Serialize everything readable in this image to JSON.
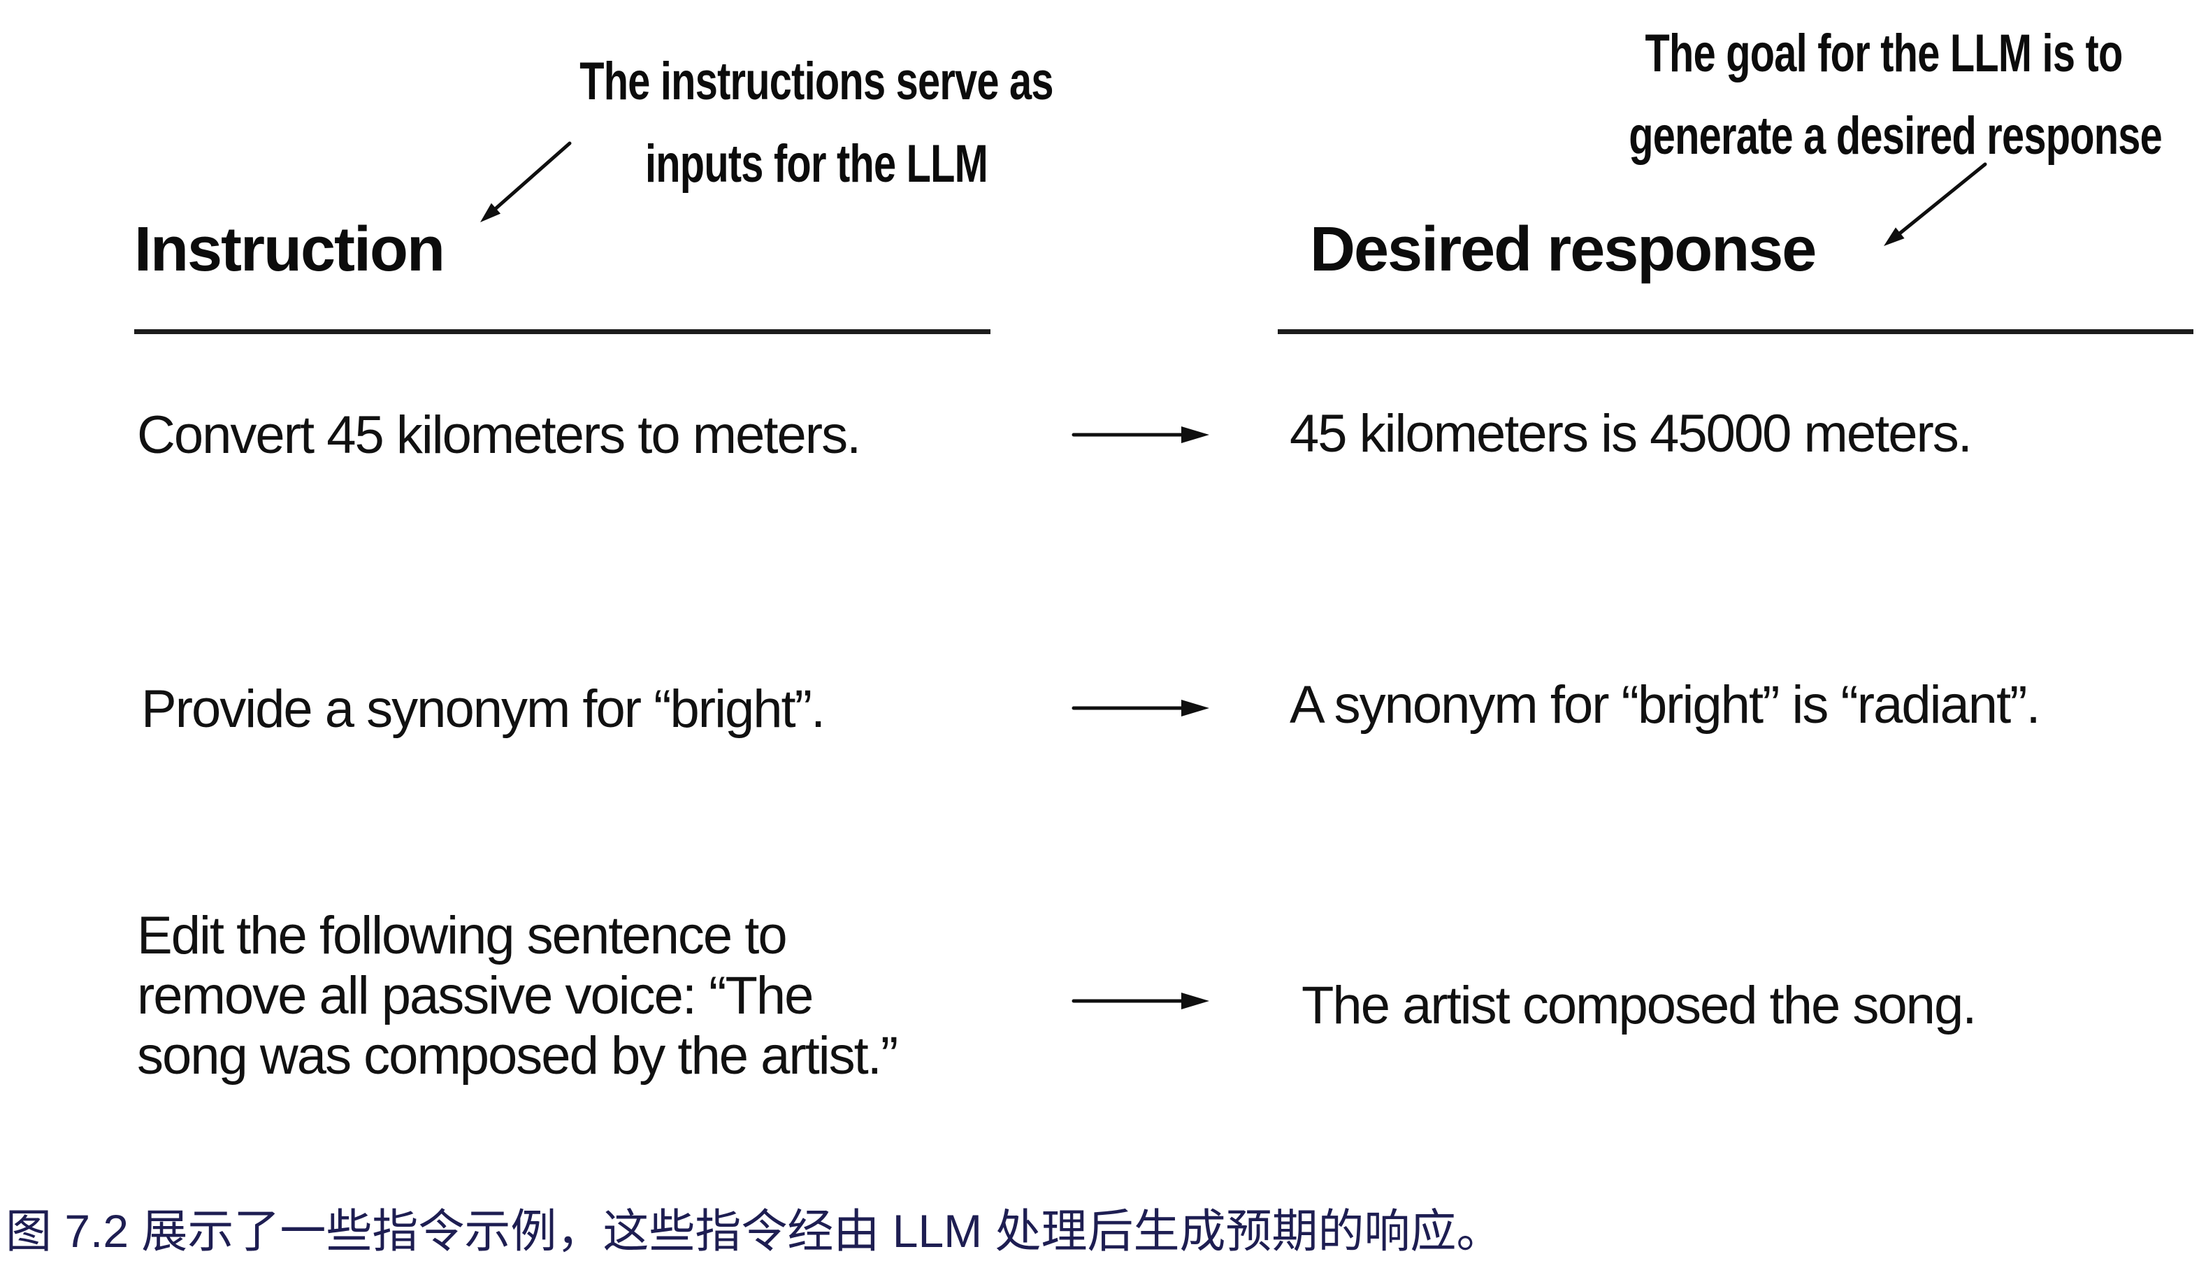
{
  "annotations": {
    "left": {
      "line1": "The instructions serve as",
      "line2": "inputs for the LLM"
    },
    "right": {
      "line1": "The goal for the LLM is to",
      "line2": "generate a desired response"
    }
  },
  "headers": {
    "instruction": "Instruction",
    "response": "Desired response"
  },
  "rows": [
    {
      "instruction": "Convert 45 kilometers to meters.",
      "response": "45 kilometers is 45000 meters."
    },
    {
      "instruction": "Provide a synonym for “bright”.",
      "response": "A synonym for “bright” is “radiant”."
    },
    {
      "instruction": "Edit the following sentence to\nremove all passive voice: “The\nsong was composed by the artist.”",
      "response": "The artist composed the song."
    }
  ],
  "caption": "图 7.2 展示了一些指令示例，这些指令经由 LLM 处理后生成预期的响应。",
  "icons": {
    "row_connector": "right-arrow",
    "left_annotation_pointer": "down-left-arrow",
    "right_annotation_pointer": "down-left-arrow"
  },
  "colors": {
    "text": "#111111",
    "annotation_text": "#0c0c0c",
    "caption": "#1e1e52",
    "rule": "#1c1c1c",
    "arrow": "#0f0f0f",
    "background": "#ffffff"
  }
}
